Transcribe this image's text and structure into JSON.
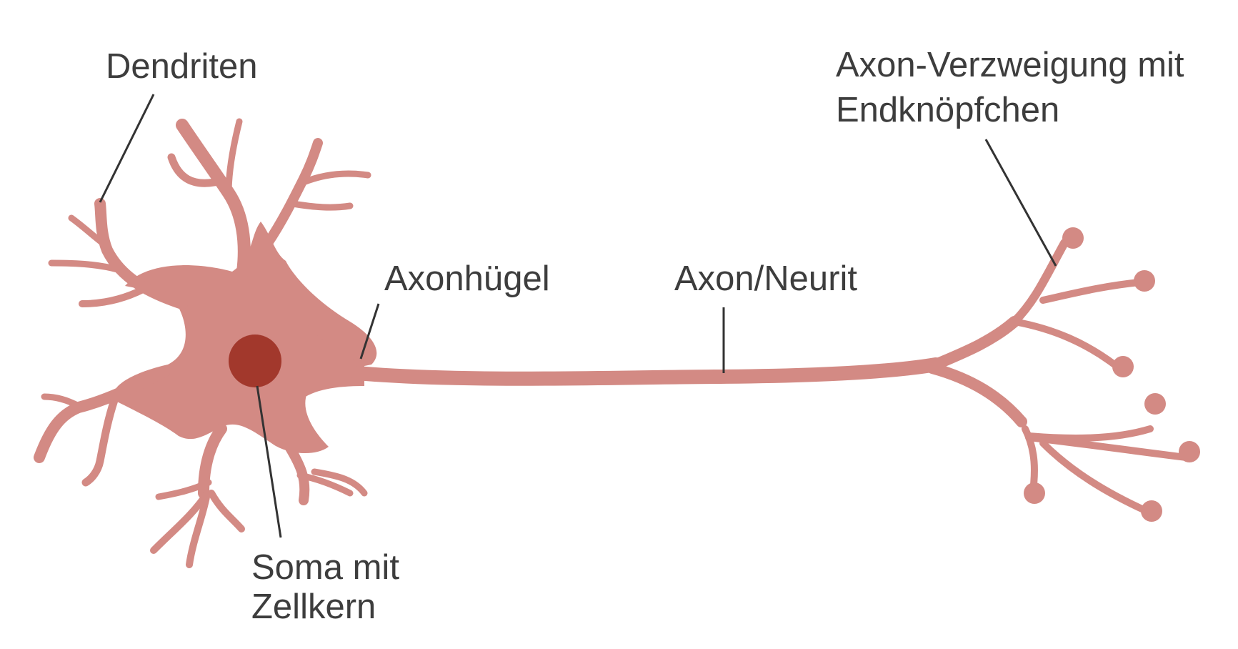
{
  "labels": {
    "dendrites": "Dendriten",
    "axon_terminal_line1": "Axon-Verzweigung mit",
    "axon_terminal_line2": "Endknöpfchen",
    "axon_hillock": "Axonhügel",
    "axon": "Axon/Neurit",
    "soma_line1": "Soma mit",
    "soma_line2": "Zellkern"
  },
  "colors": {
    "cell_body": "#d38a84",
    "nucleus": "#a2382c",
    "leader_line": "#333333",
    "text": "#3d3d3d"
  }
}
